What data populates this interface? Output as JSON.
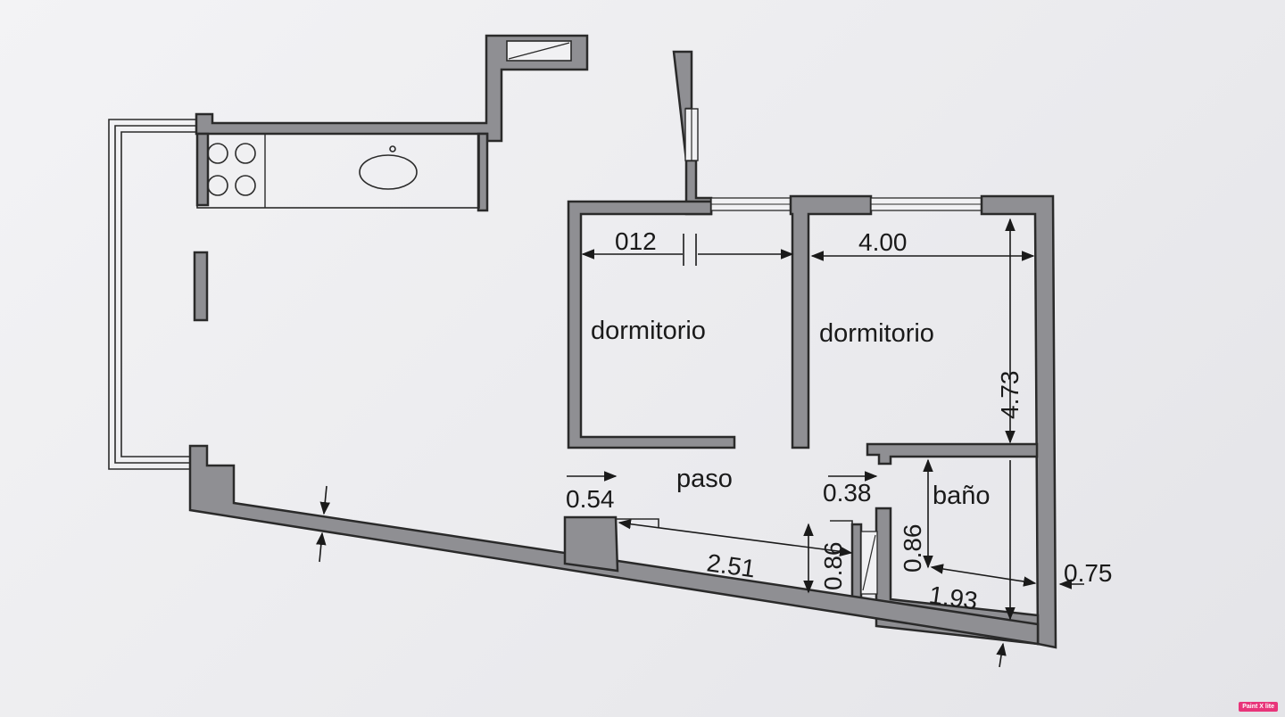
{
  "rooms": {
    "bedroom_1": "dormitorio",
    "bedroom_2": "dormitorio",
    "hallway": "paso",
    "bathroom": "baño"
  },
  "dimensions": {
    "bedroom_1_width": "012",
    "bedroom_2_width": "4.00",
    "bedroom_2_depth": "4.73",
    "hall_left": "0.54",
    "hall_right": "0.38",
    "corridor_length": "2.51",
    "corridor_depth": "0.86",
    "bath_depth": "0.86",
    "bath_width": "1.93",
    "wall_offset": "0.75"
  },
  "watermark": "Paint X lite",
  "colors": {
    "wall_fill": "#8f8f93",
    "line": "#2a2a2a",
    "paper": "#efeff1"
  }
}
